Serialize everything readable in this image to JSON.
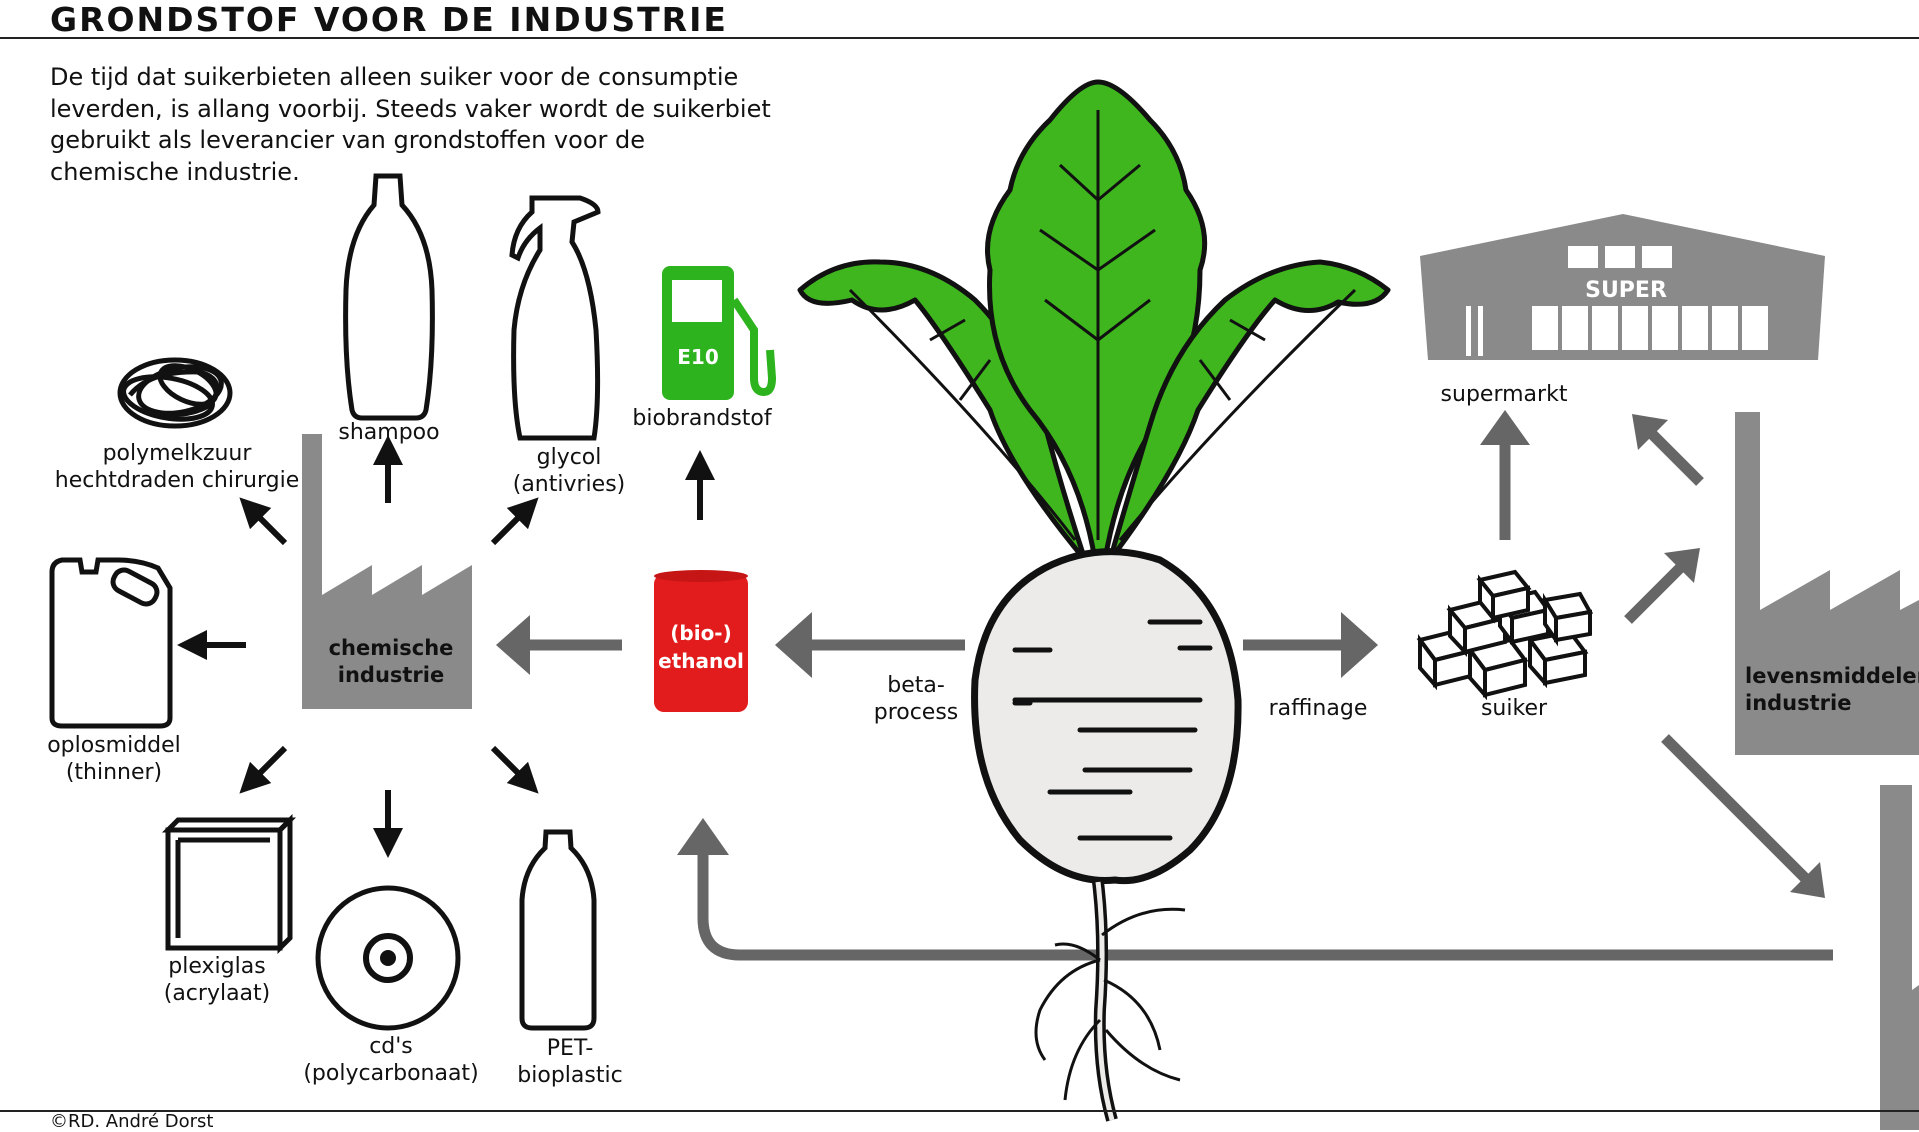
{
  "header": {
    "title": "GRONDSTOF VOOR DE INDUSTRIE",
    "intro": "De tijd dat suikerbieten alleen suiker voor de consumptie leverden, is allang voorbij. Steeds vaker wordt de suikerbiet gebruikt als leverancier van grondstoffen voor de chemische industrie."
  },
  "labels": {
    "polymelkzuur_1": "polymelkzuur",
    "polymelkzuur_2": "hechtdraden chirurgie",
    "shampoo": "shampoo",
    "glycol_1": "glycol",
    "glycol_2": "(antivries)",
    "biobrandstof": "biobrandstof",
    "fuel_code": "E10",
    "chemische_1": "chemische",
    "chemische_2": "industrie",
    "ethanol_1": "(bio-)",
    "ethanol_2": "ethanol",
    "oplosmiddel_1": "oplosmiddel",
    "oplosmiddel_2": "(thinner)",
    "plexiglas_1": "plexiglas",
    "plexiglas_2": "(acrylaat)",
    "cds_1": "cd's",
    "cds_2": "(polycarbonaat)",
    "pet_1": "PET-",
    "pet_2": "bioplastic",
    "beta_1": "beta-",
    "beta_2": "process",
    "raffinage": "raffinage",
    "suiker": "suiker",
    "supermarkt": "supermarkt",
    "super_sign": "SUPER",
    "levens_1": "levensmiddelen",
    "levens_2": "industrie"
  },
  "footer": {
    "credit": "©RD. André Dorst"
  },
  "colors": {
    "ink": "#111111",
    "factory_gray": "#8a8a8a",
    "arrow_gray": "#666666",
    "leaf_green": "#3fb61e",
    "pump_green": "#2db31e",
    "barrel_red": "#e21c1c",
    "beet_white": "#ecebe9"
  },
  "icons": [
    "tangled-thread-icon",
    "shampoo-bottle-icon",
    "spray-bottle-icon",
    "fuel-pump-icon",
    "factory-icon",
    "barrel-icon",
    "jerrycan-icon",
    "plexiglass-pane-icon",
    "cd-disc-icon",
    "pet-bottle-icon",
    "sugar-beet-icon",
    "sugar-cubes-icon",
    "supermarket-icon"
  ]
}
